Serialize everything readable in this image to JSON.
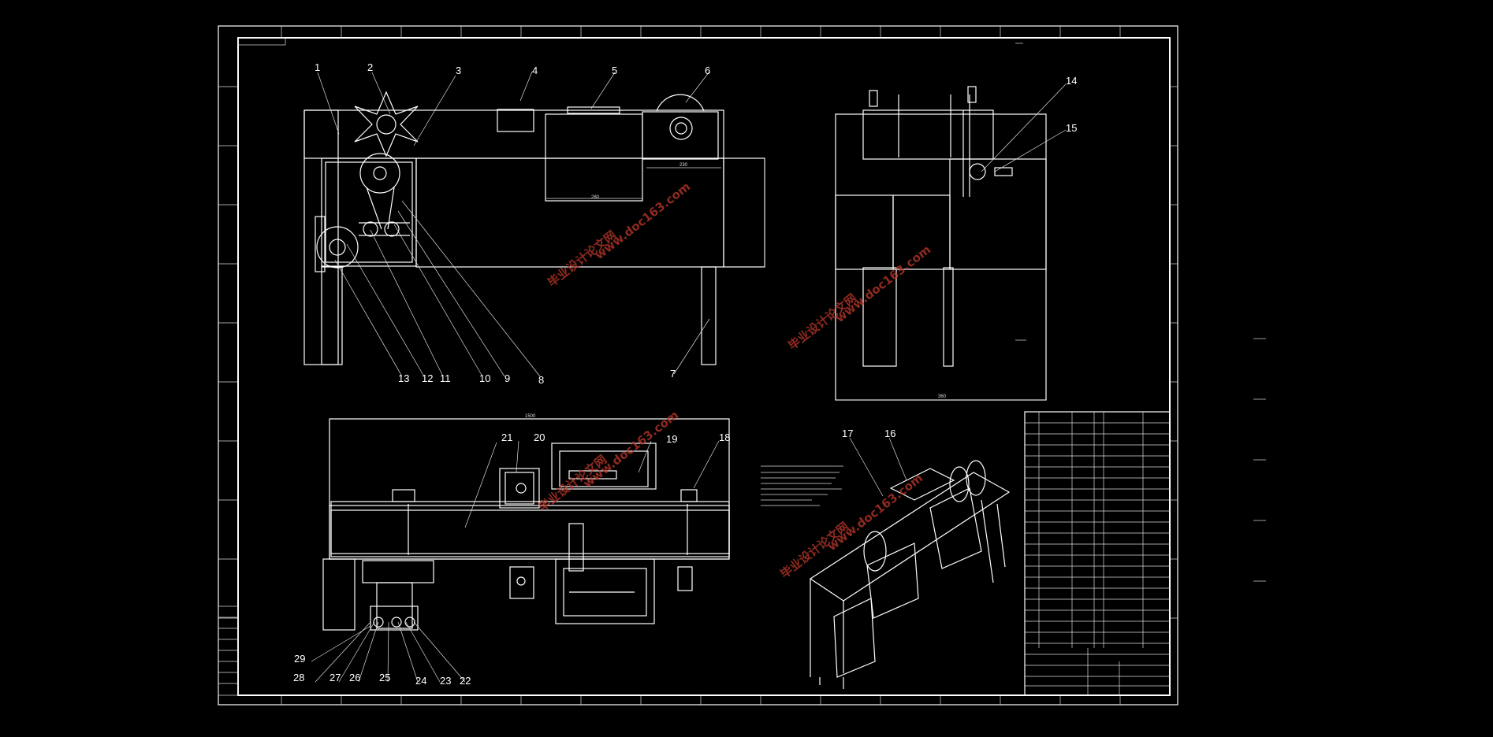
{
  "drawing": {
    "callouts": [
      {
        "num": "1"
      },
      {
        "num": "2"
      },
      {
        "num": "3"
      },
      {
        "num": "4"
      },
      {
        "num": "5"
      },
      {
        "num": "6"
      },
      {
        "num": "7"
      },
      {
        "num": "8"
      },
      {
        "num": "9"
      },
      {
        "num": "10"
      },
      {
        "num": "11"
      },
      {
        "num": "12"
      },
      {
        "num": "13"
      },
      {
        "num": "14"
      },
      {
        "num": "15"
      },
      {
        "num": "16"
      },
      {
        "num": "17"
      },
      {
        "num": "18"
      },
      {
        "num": "19"
      },
      {
        "num": "20"
      },
      {
        "num": "21"
      },
      {
        "num": "22"
      },
      {
        "num": "23"
      },
      {
        "num": "24"
      },
      {
        "num": "25"
      },
      {
        "num": "26"
      },
      {
        "num": "27"
      },
      {
        "num": "28"
      },
      {
        "num": "29"
      }
    ],
    "dimensions": {
      "top_width_a": "230",
      "top_width_b": "280",
      "plan_length": "1500",
      "side_width": "360"
    },
    "watermark": {
      "cn": "毕业设计论文网",
      "url": "www.doc163.com"
    }
  },
  "colors": {
    "background": "#000000",
    "lines": "#ffffff",
    "watermark": "#c0392b"
  }
}
